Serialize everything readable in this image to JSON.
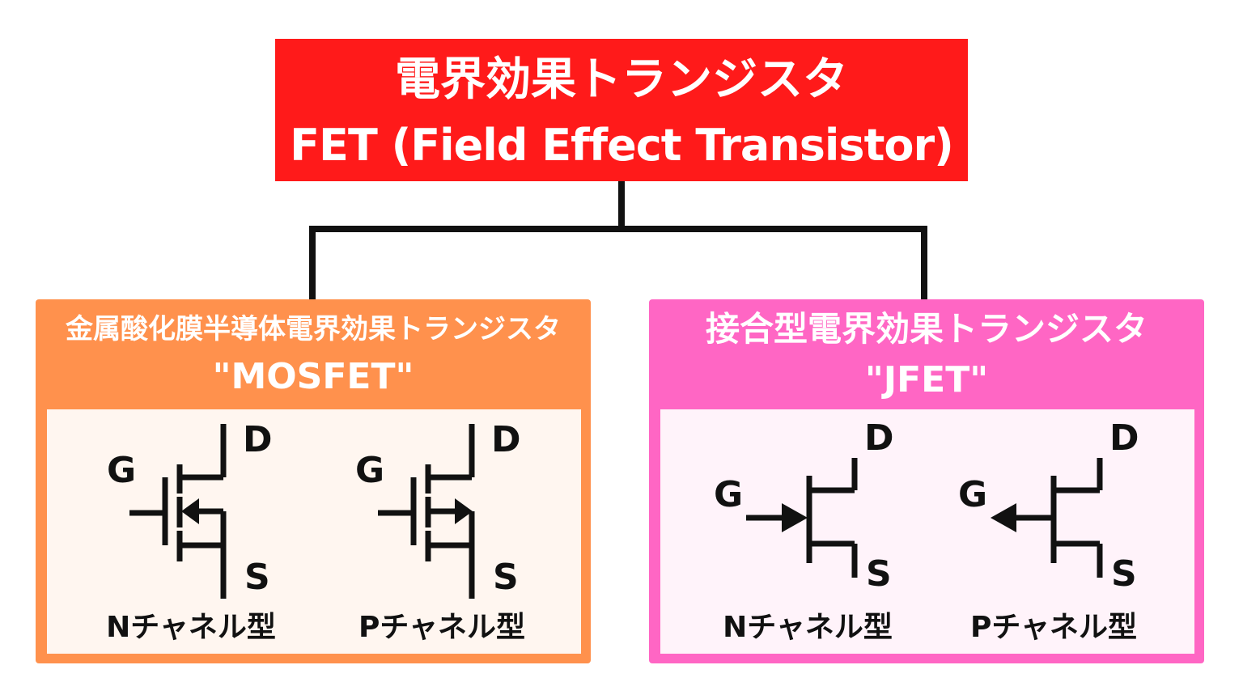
{
  "root": {
    "title_jp": "電界効果トランジスタ",
    "title_en": "FET (Field Effect Transistor)",
    "color": "#ff1a1a"
  },
  "mosfet": {
    "title_jp": "金属酸化膜半導体電界効果トランジスタ",
    "abbr": "\"MOSFET\"",
    "color": "#ff914d",
    "symbols": [
      {
        "label": "Nチャネル型",
        "gate": "G",
        "drain": "D",
        "source": "S",
        "arrow": "inward"
      },
      {
        "label": "Pチャネル型",
        "gate": "G",
        "drain": "D",
        "source": "S",
        "arrow": "outward"
      }
    ]
  },
  "jfet": {
    "title_jp": "接合型電界効果トランジスタ",
    "abbr": "\"JFET\"",
    "color": "#ff66c4",
    "symbols": [
      {
        "label": "Nチャネル型",
        "gate": "G",
        "drain": "D",
        "source": "S",
        "arrow": "inward"
      },
      {
        "label": "Pチャネル型",
        "gate": "G",
        "drain": "D",
        "source": "S",
        "arrow": "outward"
      }
    ]
  }
}
